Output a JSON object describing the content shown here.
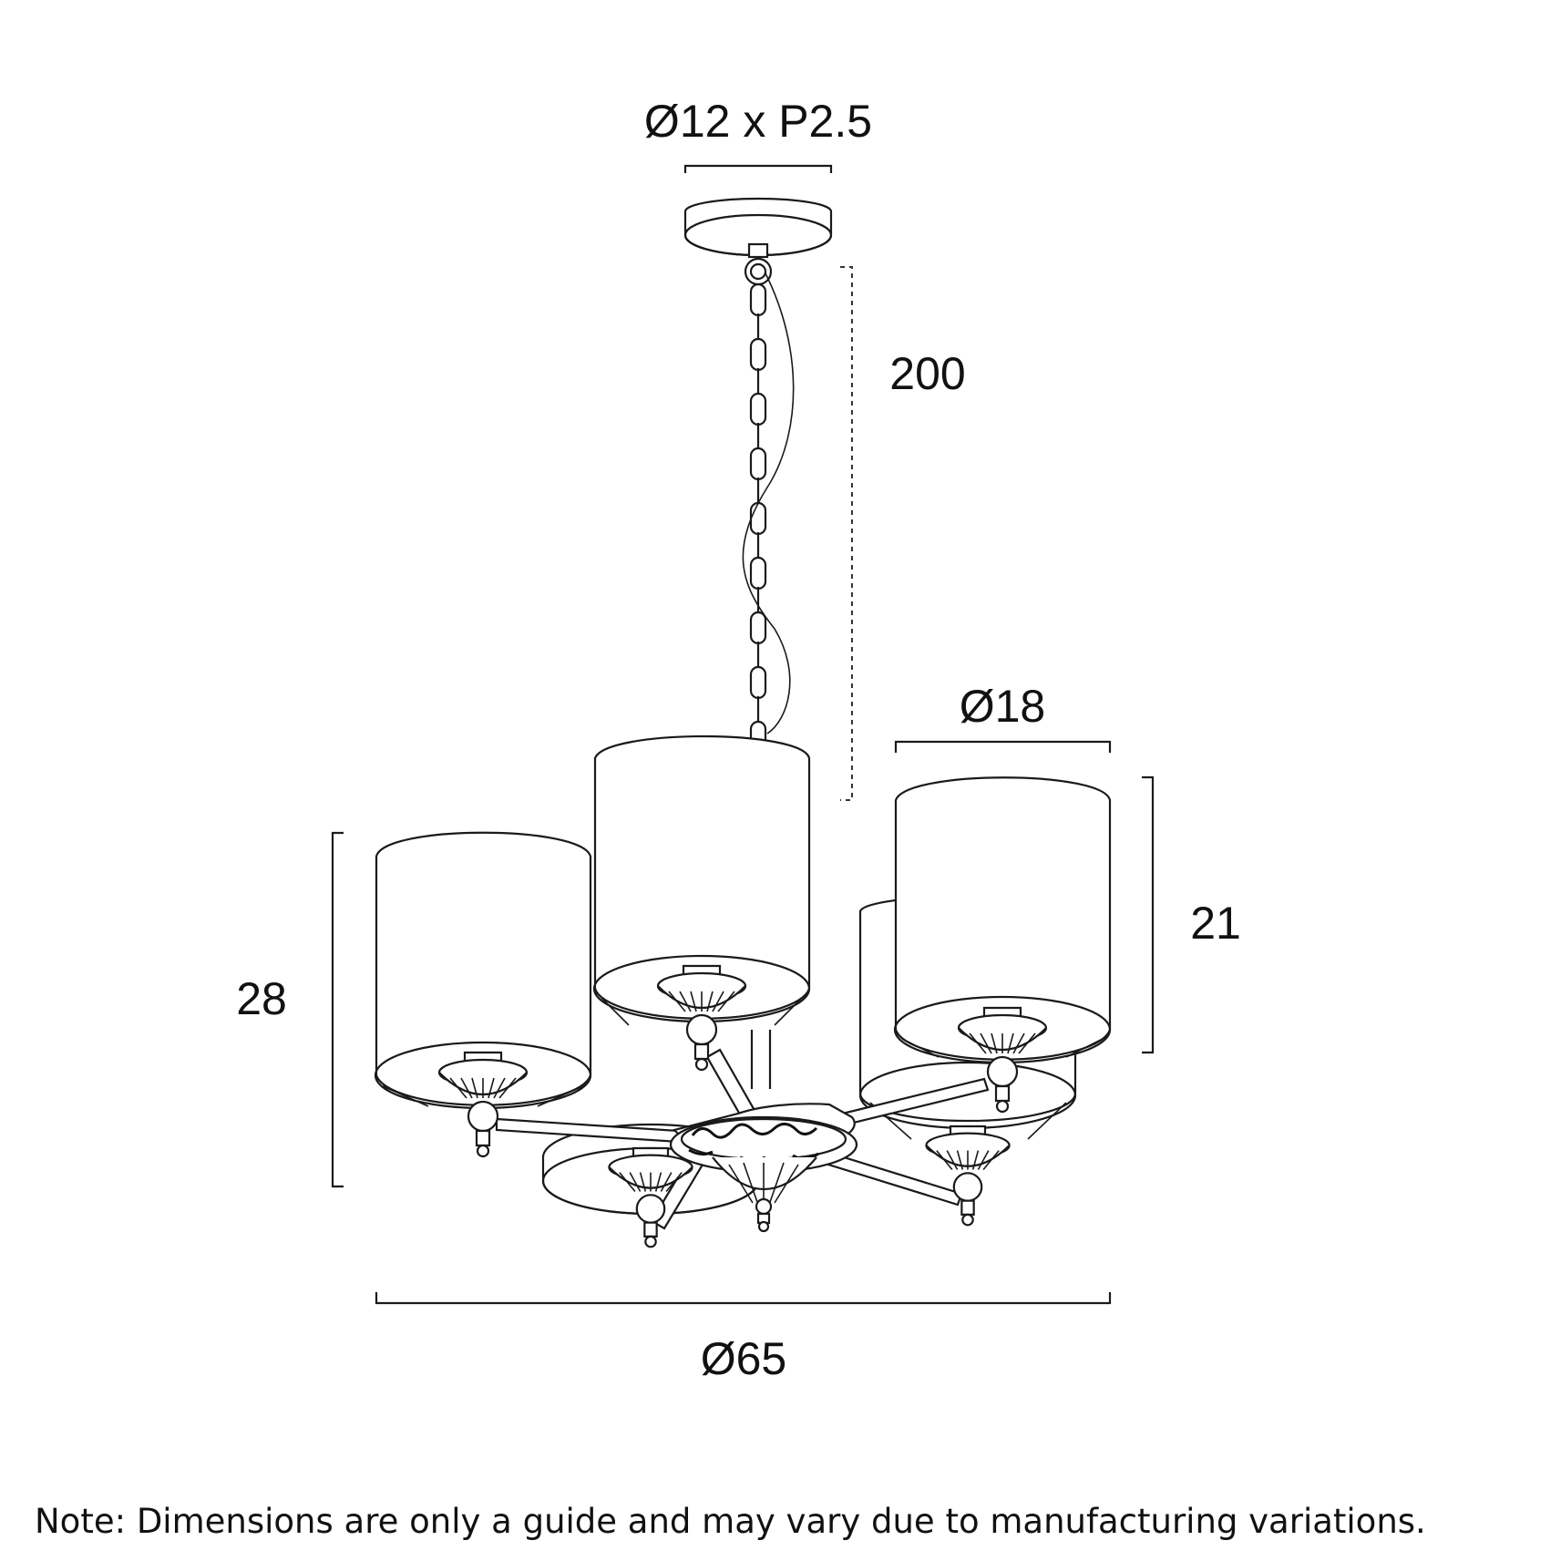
{
  "dimensions": {
    "canopy_bracket": "Ø12 x P2.5",
    "drop_length": "200",
    "shade_diameter": "Ø18",
    "shade_height": "21",
    "overall_height": "28",
    "overall_diameter": "Ø65"
  },
  "note": "Note: Dimensions are only a guide and may vary due to manufacturing variations.",
  "colors": {
    "line": "#1a1a1a",
    "background": "#ffffff"
  }
}
